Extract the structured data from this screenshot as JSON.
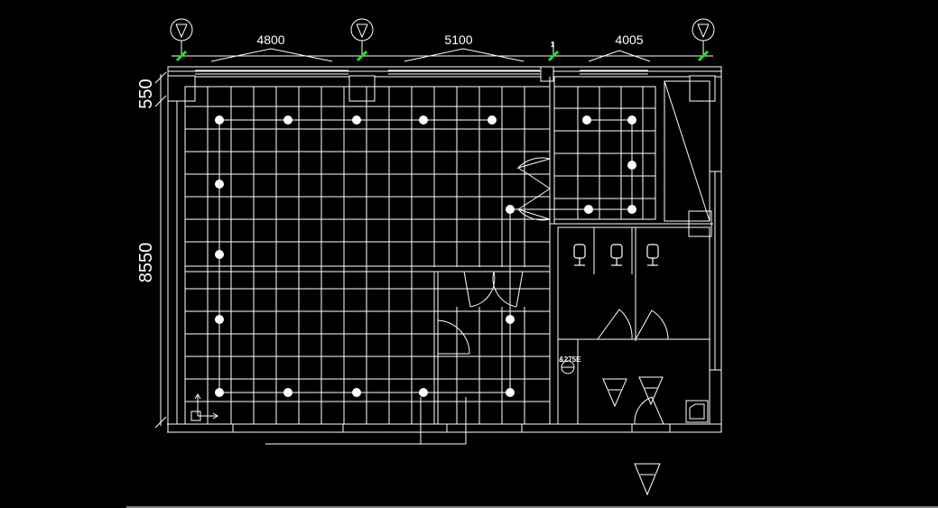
{
  "drawing": {
    "background": "#000000",
    "line_color": "#ffffff",
    "marker_color": "#19e619",
    "dimensions_top": [
      {
        "label": "4800"
      },
      {
        "label": "5100"
      },
      {
        "label": "4005"
      }
    ],
    "dimensions_left": [
      {
        "label": "550"
      },
      {
        "label": "8550"
      }
    ],
    "tick_label": "1",
    "fixture_label": "&275E"
  }
}
